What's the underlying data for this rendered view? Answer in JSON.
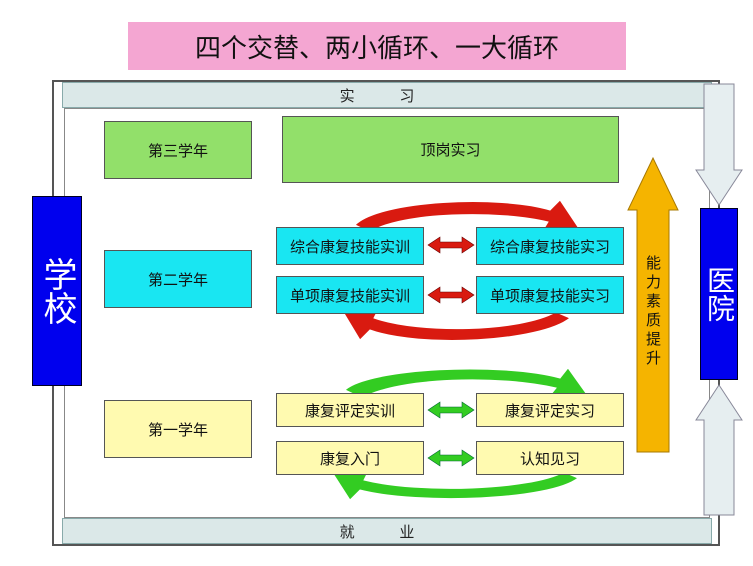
{
  "title": "四个交替、两小循环、一大循环",
  "bands": {
    "top": "实 习",
    "bottom": "就 业"
  },
  "side": {
    "left": "学校",
    "right": "医院"
  },
  "years": {
    "third": "第三学年",
    "second": "第二学年",
    "first": "第一学年"
  },
  "third_year": {
    "internship": "顶岗实习"
  },
  "second_year": {
    "row1_left": "综合康复技能实训",
    "row1_right": "综合康复技能实习",
    "row2_left": "单项康复技能实训",
    "row2_right": "单项康复技能实习"
  },
  "first_year": {
    "row1_left": "康复评定实训",
    "row1_right": "康复评定实习",
    "row2_left": "康复入门",
    "row2_right": "认知见习"
  },
  "arrow_label": "能力素质提升",
  "colors": {
    "title_bg": "#f4a6d2",
    "side_blue": "#0000ee",
    "third_green": "#92e06a",
    "second_cyan": "#19e6f2",
    "first_yellow": "#fffab0",
    "loop_red": "#d91a10",
    "loop_green": "#33cc22",
    "up_arrow": "#f5b400"
  }
}
